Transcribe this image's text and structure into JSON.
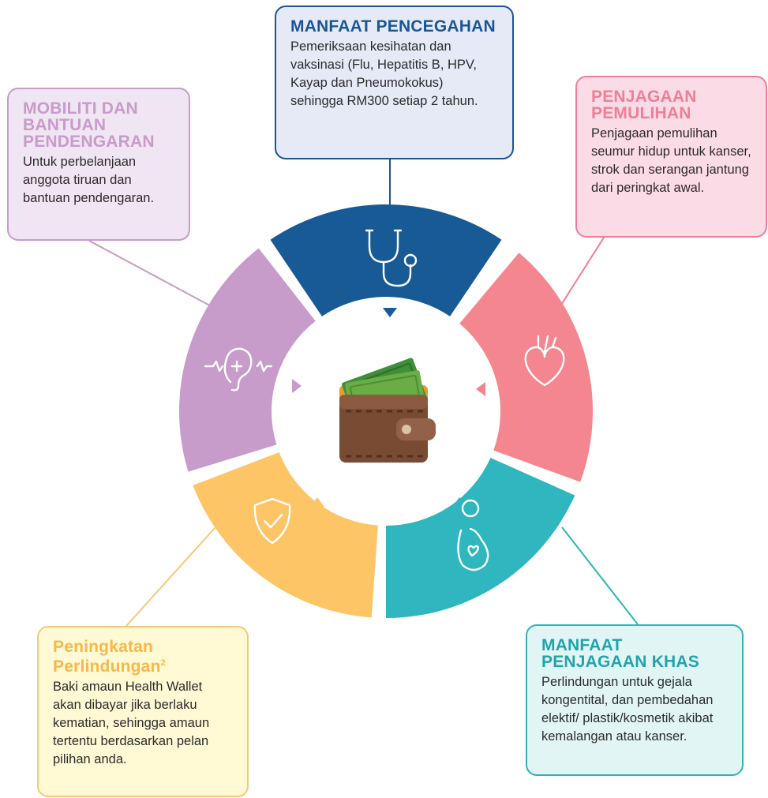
{
  "colors": {
    "top": "#185a96",
    "right": "#f3868f",
    "bottom_right": "#2fb6be",
    "bottom_left": "#fdc566",
    "left": "#c79bca",
    "connector_top": "#1a5595",
    "connector_left": "#c79bca",
    "connector_right": "#ef7f96",
    "connector_bl": "#f7c876",
    "connector_br": "#2eb3bb"
  },
  "center_icon": "wallet-icon",
  "segments": [
    {
      "key": "top",
      "icon": "stethoscope-icon"
    },
    {
      "key": "right",
      "icon": "heart-icon"
    },
    {
      "key": "bottom_right",
      "icon": "pregnant-woman-icon"
    },
    {
      "key": "bottom_left",
      "icon": "shield-check-icon"
    },
    {
      "key": "left",
      "icon": "ear-hearing-icon"
    }
  ],
  "cards": {
    "top": {
      "title": "MANFAAT PENCEGAHAN",
      "text": "Pemeriksaan kesihatan dan vaksinasi (Flu, Hepatitis B, HPV, Kayap dan Pneumokokus) sehingga RM300 setiap 2 tahun."
    },
    "left": {
      "title": "MOBILITI DAN BANTUAN PENDENGARAN",
      "text": "Untuk perbelanjaan anggota tiruan dan bantuan pendengaran."
    },
    "right": {
      "title": "PENJAGAAN PEMULIHAN",
      "text": "Penjagaan pemulihan seumur hidup untuk kanser, strok dan serangan jantung dari peringkat awal."
    },
    "bottom_left": {
      "title": "Peningkatan Perlindungan",
      "sup": "2",
      "text": "Baki amaun Health Wallet akan dibayar jika berlaku kematian, sehingga amaun tertentu berdasarkan pelan pilihan anda."
    },
    "bottom_right": {
      "title": "MANFAAT PENJAGAAN KHAS",
      "text": "Perlindungan untuk gejala kongentital, dan pembedahan elektif/ plastik/kosmetik akibat kemalangan atau kanser."
    }
  }
}
